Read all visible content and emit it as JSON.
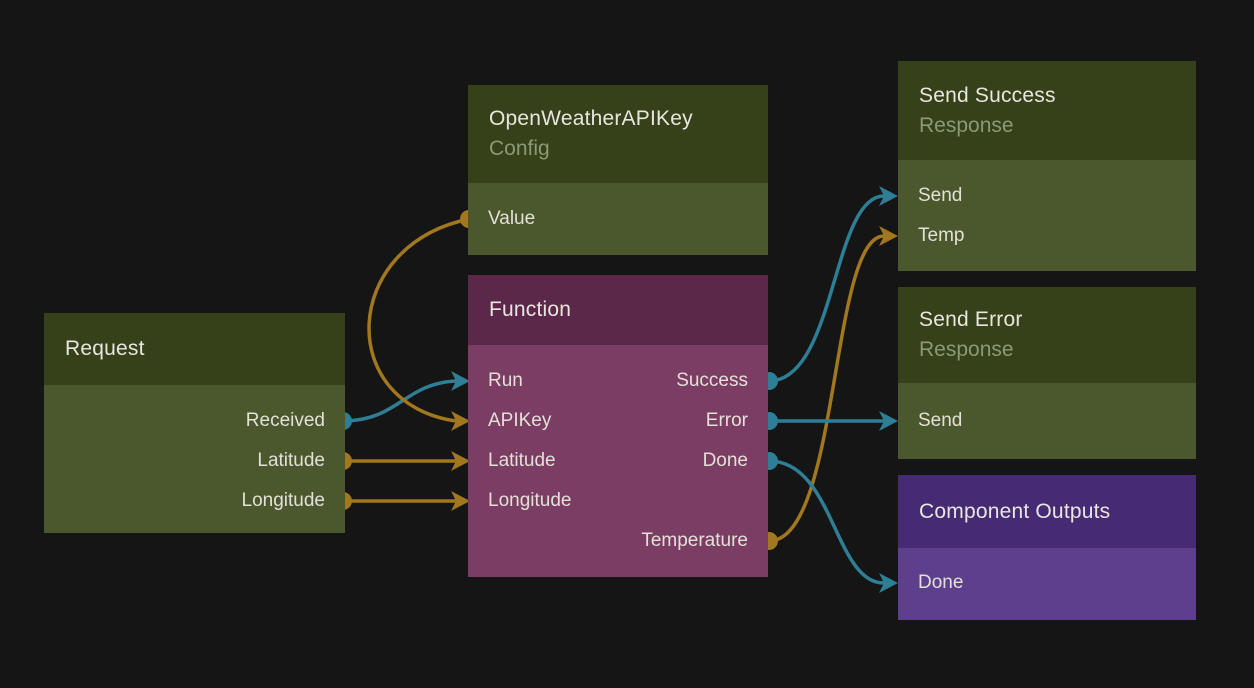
{
  "colors": {
    "bg": "#151515",
    "greenHeader": "#364019",
    "greenBody": "#4b572c",
    "plumHeader": "#5c2849",
    "plumBody": "#7b3d63",
    "purpleHeader": "#472a74",
    "purpleBody": "#5d3f8e",
    "title": "#e7e6e0",
    "subtitle": "#8a9a74",
    "portText": "#e3e0d8",
    "teal": "#2e7f96",
    "orange": "#a1771f"
  },
  "nodes": {
    "request": {
      "title": "Request",
      "ports": {
        "received": "Received",
        "latitude": "Latitude",
        "longitude": "Longitude"
      }
    },
    "openweather": {
      "title": "OpenWeatherAPIKey",
      "subtitle": "Config",
      "ports": {
        "value": "Value"
      }
    },
    "function": {
      "title": "Function",
      "ports": {
        "run": "Run",
        "apikey": "APIKey",
        "latitude": "Latitude",
        "longitude": "Longitude",
        "success": "Success",
        "error": "Error",
        "done": "Done",
        "temperature": "Temperature"
      }
    },
    "send_success": {
      "title": "Send Success",
      "subtitle": "Response",
      "ports": {
        "send": "Send",
        "temp": "Temp"
      }
    },
    "send_error": {
      "title": "Send Error",
      "subtitle": "Response",
      "ports": {
        "send": "Send"
      }
    },
    "component_outputs": {
      "title": "Component Outputs",
      "ports": {
        "done": "Done"
      }
    }
  },
  "connections": [
    {
      "from": "Request.Received",
      "to": "Function.Run",
      "color": "teal"
    },
    {
      "from": "Request.Latitude",
      "to": "Function.Latitude",
      "color": "orange"
    },
    {
      "from": "Request.Longitude",
      "to": "Function.Longitude",
      "color": "orange"
    },
    {
      "from": "OpenWeatherAPIKey.Value",
      "to": "Function.APIKey",
      "color": "orange"
    },
    {
      "from": "Function.Success",
      "to": "Send Success.Send",
      "color": "teal"
    },
    {
      "from": "Function.Temperature",
      "to": "Send Success.Temp",
      "color": "orange"
    },
    {
      "from": "Function.Error",
      "to": "Send Error.Send",
      "color": "teal"
    },
    {
      "from": "Function.Done",
      "to": "Component Outputs.Done",
      "color": "teal"
    }
  ]
}
